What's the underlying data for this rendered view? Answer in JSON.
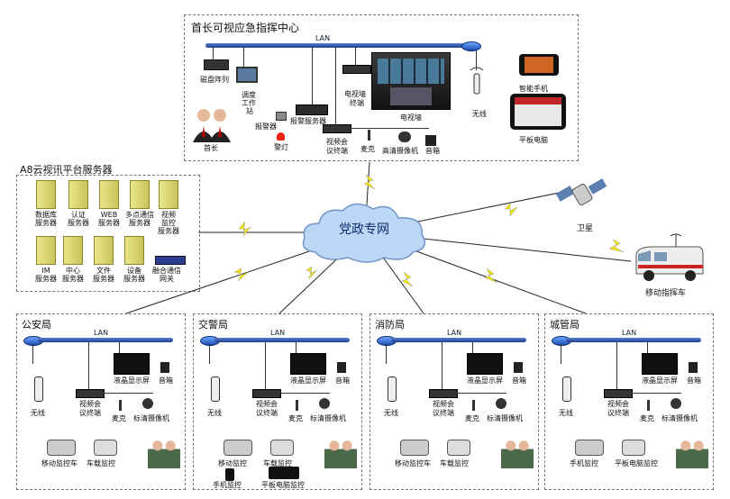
{
  "top": {
    "title": "首长可视应急指挥中心",
    "lan": "LAN",
    "labels": {
      "disk": "磁盘阵列",
      "debug1": "调度",
      "debug2": "工作",
      "debug3": "站",
      "alarm": "报警器",
      "light": "警灯",
      "alarm_server": "报警服务器",
      "tvwall_term1": "电视墙",
      "tvwall_term2": "终端",
      "tvwall": "电视墙",
      "vc1": "视频会",
      "vc2": "议终端",
      "mic": "麦克",
      "hd_cam": "高清摄像机",
      "speaker": "音箱",
      "wireless": "无线",
      "phone": "智能手机",
      "tablet": "平板电脑",
      "chief": "首长"
    }
  },
  "a8": {
    "title": "A8云视讯平台服务器",
    "servers": [
      {
        "l1": "数据库",
        "l2": "服务器"
      },
      {
        "l1": "认证",
        "l2": "服务器"
      },
      {
        "l1": "WEB",
        "l2": "服务器"
      },
      {
        "l1": "多点通信",
        "l2": "服务器"
      },
      {
        "l1": "视频",
        "l2": "监控",
        "l3": "服务器"
      },
      {
        "l1": "IM",
        "l2": "服务器"
      },
      {
        "l1": "中心",
        "l2": "服务器"
      },
      {
        "l1": "文件",
        "l2": "服务器"
      },
      {
        "l1": "设备",
        "l2": "服务器"
      },
      {
        "l1": "融合通信",
        "l2": "网关"
      }
    ]
  },
  "center": {
    "cloud": "党政专网",
    "satellite": "卫星",
    "vehicle": "移动指挥车"
  },
  "bureaus": [
    {
      "name": "公安局",
      "lan": "LAN",
      "wireless": "无线",
      "vc1": "视频会",
      "vc2": "议终端",
      "mic": "麦克",
      "cam": "标清摄像机",
      "lcd": "液晶显示屏",
      "spk": "音箱",
      "m1": "移动监控车",
      "m2": "车载监控",
      "m3": "",
      "m4": ""
    },
    {
      "name": "交警局",
      "lan": "LAN",
      "wireless": "无线",
      "vc1": "视频会",
      "vc2": "议终端",
      "mic": "麦克",
      "cam": "标清摄像机",
      "lcd": "液晶显示屏",
      "spk": "音箱",
      "m1": "移动监控",
      "m2": "车载监控",
      "m3": "手机监控",
      "m4": "平板电脑监控"
    },
    {
      "name": "消防局",
      "lan": "LAN",
      "wireless": "无线",
      "vc1": "视频会",
      "vc2": "议终端",
      "mic": "麦克",
      "cam": "标清摄像机",
      "lcd": "液晶显示屏",
      "spk": "音箱",
      "m1": "移动监控车",
      "m2": "车载监控",
      "m3": "",
      "m4": ""
    },
    {
      "name": "城管局",
      "lan": "LAN",
      "wireless": "无线",
      "vc1": "视频会",
      "vc2": "议终端",
      "mic": "麦克",
      "cam": "标清摄像机",
      "lcd": "液晶显示屏",
      "spk": "音箱",
      "m1": "手机监控",
      "m2": "平板电脑监控",
      "m3": "",
      "m4": ""
    }
  ],
  "colors": {
    "lan": "#2a52b8",
    "server": "#d8d56a",
    "cloud": "#bcd6f5",
    "bolt": "#f2e600"
  }
}
